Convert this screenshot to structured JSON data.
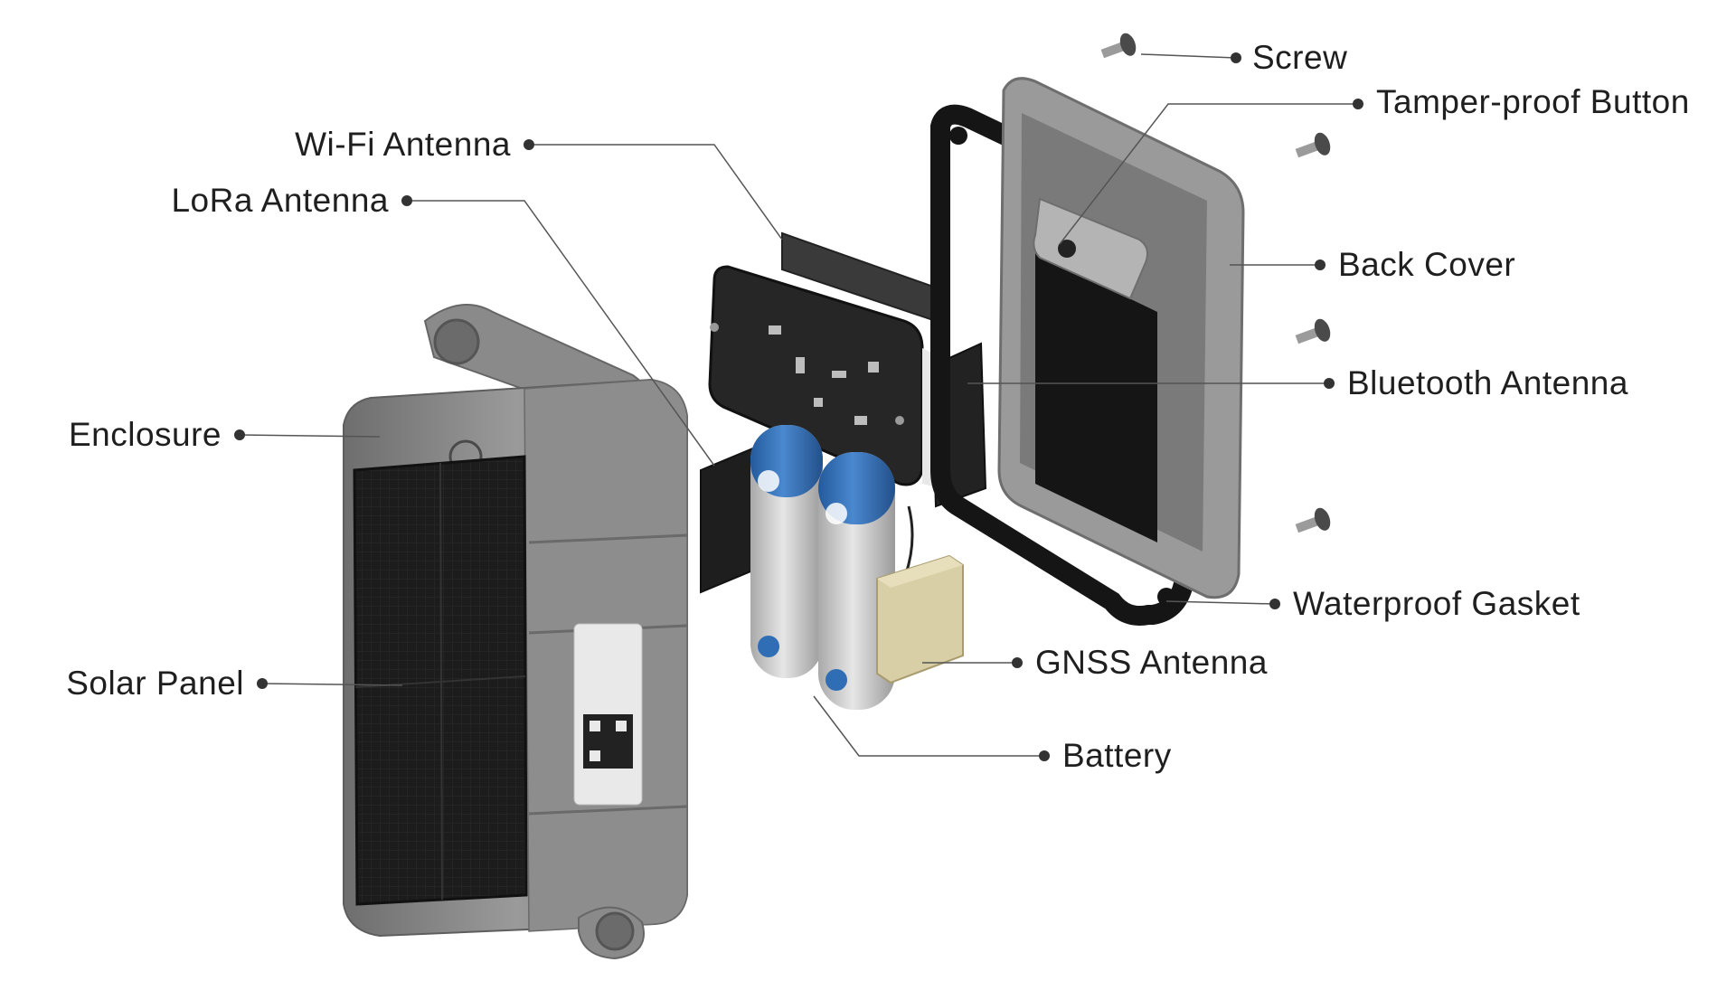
{
  "diagram": {
    "labels": {
      "screw": "Screw",
      "tamper_button": "Tamper-proof Button",
      "wifi_antenna": "Wi-Fi Antenna",
      "lora_antenna": "LoRa Antenna",
      "back_cover": "Back Cover",
      "bluetooth_antenna": "Bluetooth Antenna",
      "enclosure": "Enclosure",
      "waterproof_gasket": "Waterproof Gasket",
      "gnss_antenna": "GNSS Antenna",
      "solar_panel": "Solar Panel",
      "battery": "Battery"
    },
    "colors": {
      "enclosure": "#8c8c8c",
      "solar_panel": "#1e1e1e",
      "gasket": "#141414",
      "battery_blue": "#2f6db5",
      "battery_silver": "#c9c9c9",
      "gnss_patch": "#d8cfa6",
      "leader": "#555555"
    }
  }
}
